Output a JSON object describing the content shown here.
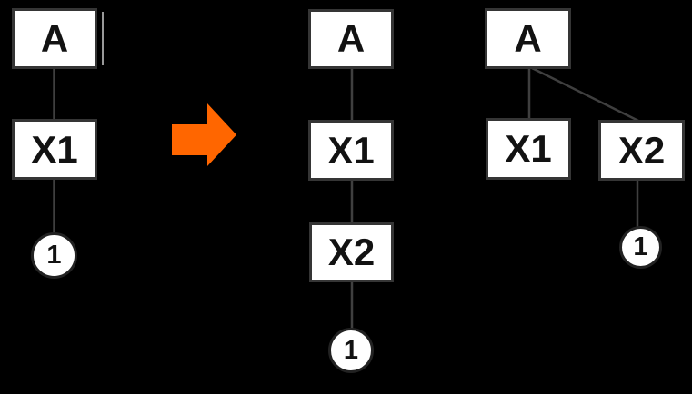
{
  "colors": {
    "background": "#000000",
    "arrow": "#ff6600",
    "node_fill": "#ffffff",
    "node_border": "#353535",
    "connector": "#3f3f3f"
  },
  "arrow_icon": "right-arrow",
  "trees": {
    "before": {
      "a": "A",
      "x1": "X1",
      "qty": "1"
    },
    "after_chain": {
      "a": "A",
      "x1": "X1",
      "x2": "X2",
      "qty": "1"
    },
    "after_split": {
      "a": "A",
      "x1": "X1",
      "x2": "X2",
      "qty": "1"
    }
  }
}
